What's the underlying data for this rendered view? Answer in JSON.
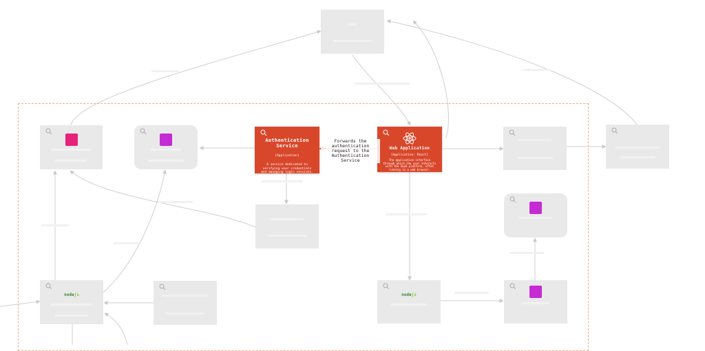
{
  "nodes": {
    "auth_service": {
      "title": "Authentication Service",
      "technology": "[Application]",
      "description": "A service dedicated to verifying user credentials and managing login sessions."
    },
    "web_application": {
      "title": "Web Application",
      "technology": "[Application: React]",
      "description": "The application interface through which the user interacts with the SaaS platform, often running in a web browser."
    },
    "nodejs_left": {
      "logo": "node"
    },
    "nodejs_right": {
      "logo": "node"
    }
  },
  "edges": {
    "auth_to_webapp_label": "Forwards the authentication request to the Authentication Service"
  },
  "colors": {
    "active_node": "#d9472b",
    "boundary": "#f0a98a",
    "faded_node": "#e9e9e9",
    "edge": "#c9c9c9",
    "icon_pink": "#e6227a",
    "icon_magenta": "#c52bd4"
  }
}
